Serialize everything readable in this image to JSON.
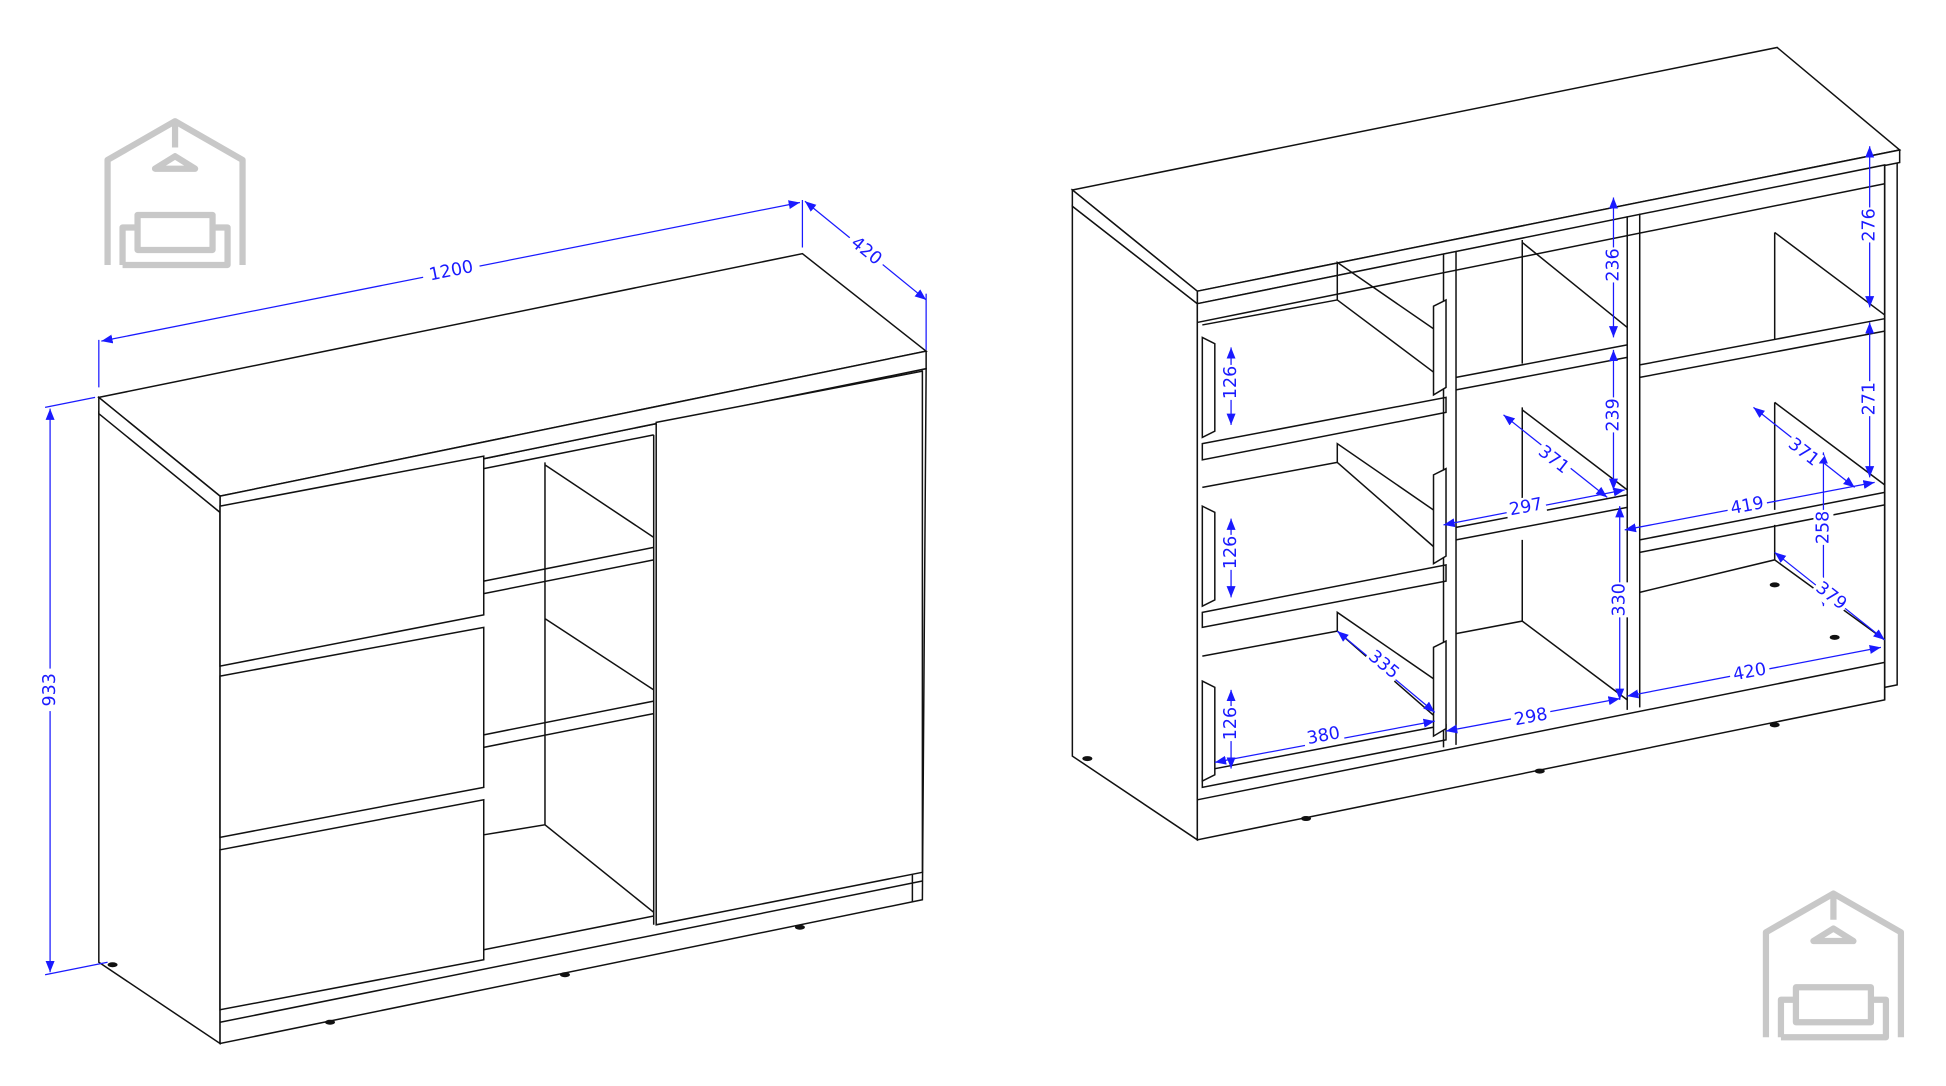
{
  "left_view": {
    "width": "1200",
    "depth": "420",
    "height": "933"
  },
  "right_view": {
    "drawer_height_1": "126",
    "drawer_height_2": "126",
    "drawer_height_3": "126",
    "drawer_depth": "335",
    "drawer_width": "380",
    "top_gap_middle": "236",
    "top_gap_right": "276",
    "middle_gap_middle": "239",
    "middle_gap_right": "271",
    "shelf_depth_middle": "371",
    "shelf_depth_right": "371",
    "shelf_width_middle": "297",
    "shelf_width_right": "419",
    "lower_gap_middle": "330",
    "lower_gap_right": "258",
    "bottom_depth_right": "379",
    "bottom_width_middle": "298",
    "bottom_width_right": "420"
  },
  "colors": {
    "dimension": "#1a1aff",
    "logo": "#c8c8c8"
  }
}
